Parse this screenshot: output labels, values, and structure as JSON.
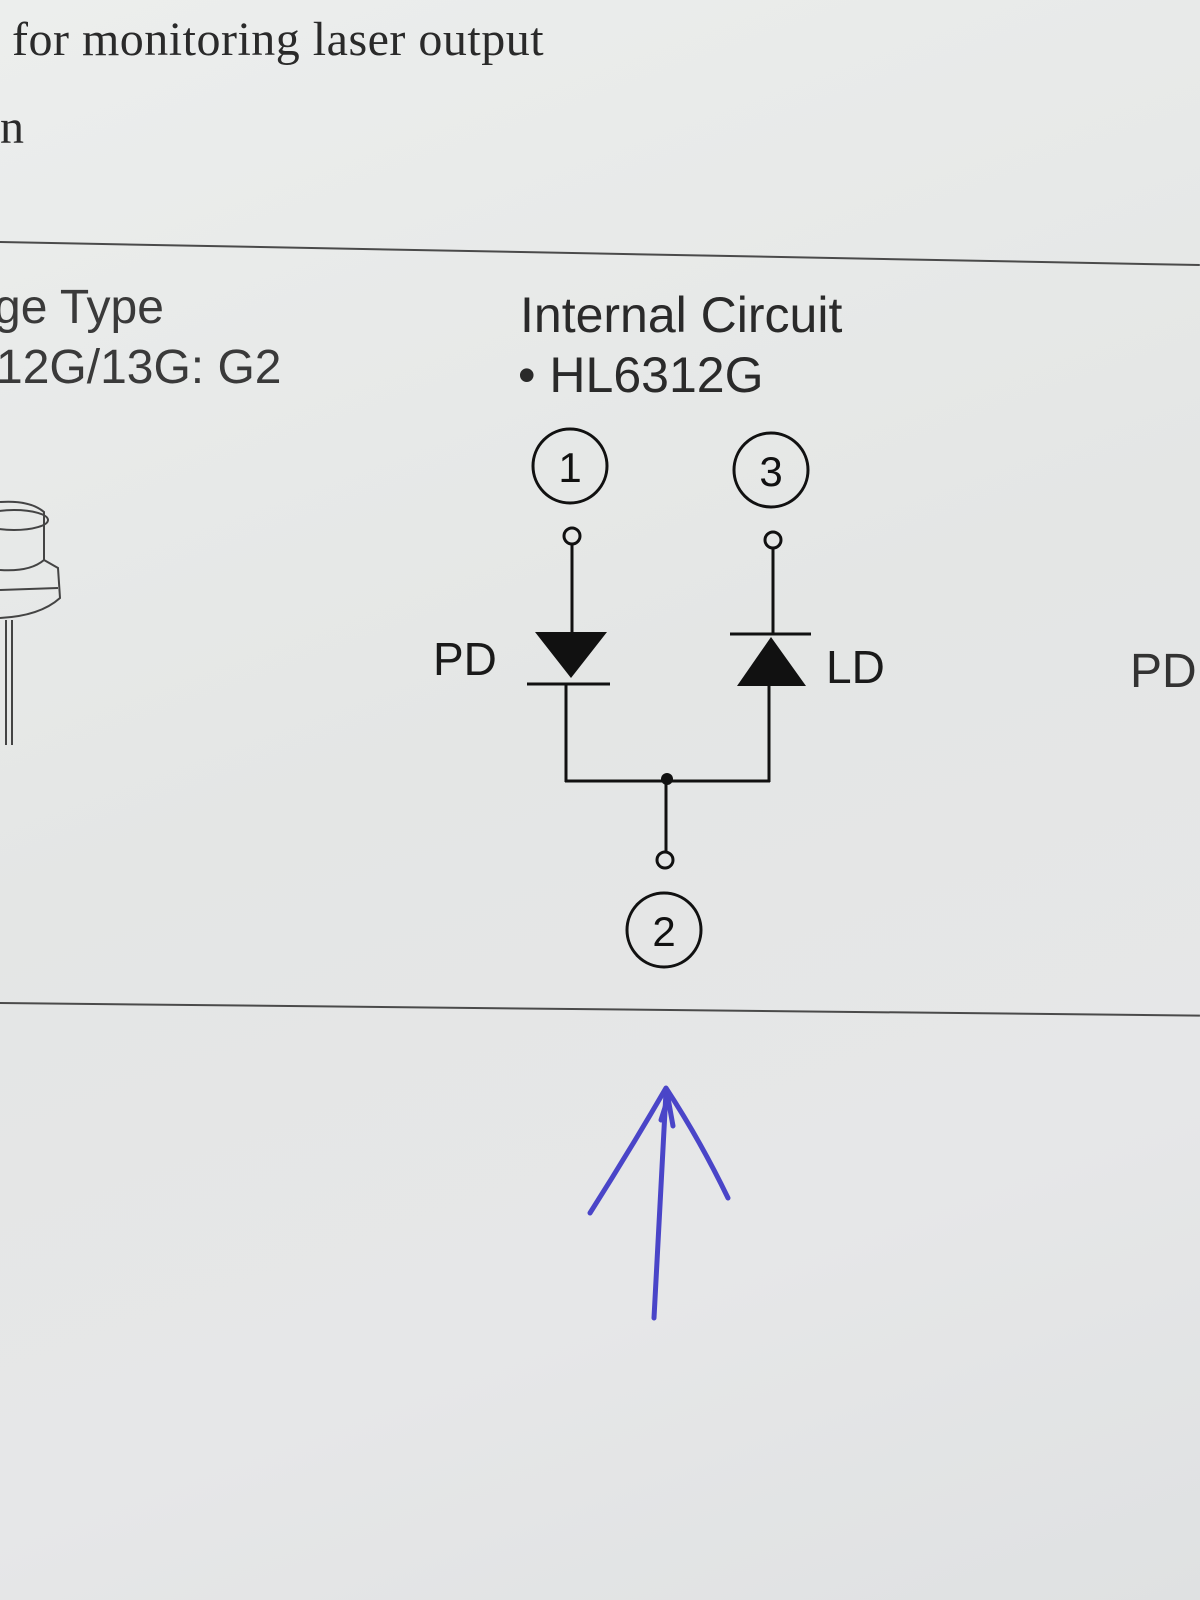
{
  "page": {
    "heading_line": "for monitoring laser output",
    "heading_fragment": "n"
  },
  "package_type": {
    "label": "ge Type",
    "value": "12G/13G: G2"
  },
  "internal_circuit": {
    "title": "Internal Circuit",
    "part_bullet": "•",
    "part_number": "HL6312G",
    "pins": [
      "1",
      "2",
      "3"
    ],
    "pd_label": "PD",
    "ld_label": "LD",
    "right_pd_label": "PD"
  },
  "colors": {
    "paper": "#e8e9e9",
    "ink": "#111111",
    "pen": "#4a45c8",
    "rule": "#4a4a4a"
  },
  "annotation": {
    "icon": "hand-drawn-up-arrow-icon"
  }
}
